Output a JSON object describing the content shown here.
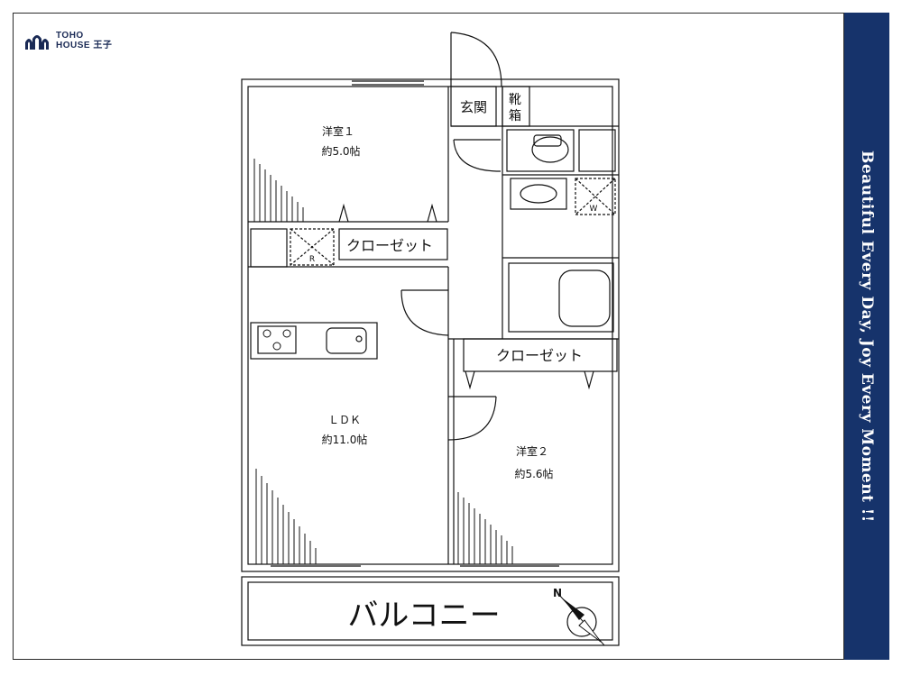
{
  "brand": {
    "line1": "TOHO",
    "line2": "HOUSE 王子",
    "logo_icon": "toho-house-logo-icon"
  },
  "tagline": "Beautiful Every Day, Joy Every Moment !!",
  "rooms": {
    "room1_name": "洋室１",
    "room1_area": "約5.0帖",
    "room2_name": "洋室２",
    "room2_area": "約5.6帖",
    "ldk_name": "ＬＤＫ",
    "ldk_area": "約11.0帖",
    "entrance": "玄関",
    "shoe_box_1": "靴",
    "shoe_box_2": "箱",
    "closet_1": "クローゼット",
    "closet_2": "クローゼット",
    "balcony": "バルコニー",
    "fridge_mark": "R",
    "washer_mark": "W"
  },
  "compass": {
    "north_label": "N",
    "icon": "compass-icon"
  },
  "colors": {
    "sidebar": "#16336b",
    "line": "#111111",
    "frame": "#2a2a2a"
  }
}
